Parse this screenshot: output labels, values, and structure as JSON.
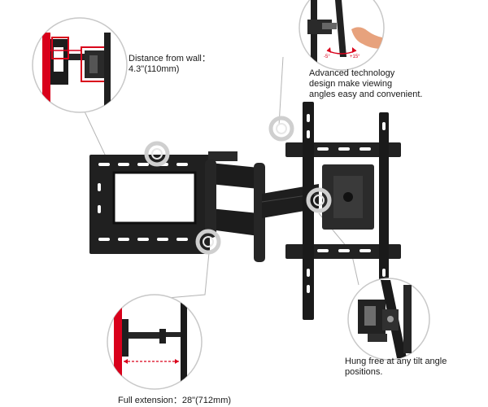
{
  "callouts": {
    "distance": {
      "line1": "Distance from wall：",
      "line2": "4.3\"(110mm)"
    },
    "advanced": {
      "line1": "Advanced technology",
      "line2": "design make viewing",
      "line3": "angles easy and convenient."
    },
    "hung": {
      "line1": "Hung free at any tilt angle",
      "line2": "positions."
    },
    "extension": {
      "line1": "Full extension：28\"(712mm)"
    },
    "tilt": {
      "minus": "-5°",
      "plus": "+15°"
    }
  },
  "colors": {
    "accent": "#d9001b",
    "metal": "#1f1f1f",
    "ring": "#c8c8c8"
  }
}
